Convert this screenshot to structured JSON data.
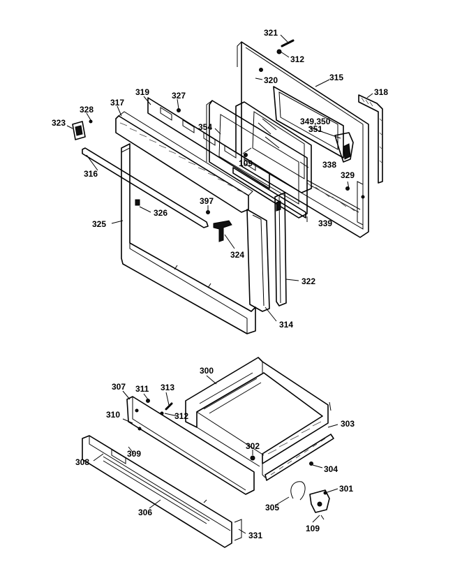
{
  "callouts": [
    {
      "id": "321",
      "label": "321"
    },
    {
      "id": "312",
      "label": "312"
    },
    {
      "id": "315",
      "label": "315"
    },
    {
      "id": "320",
      "label": "320"
    },
    {
      "id": "318",
      "label": "318"
    },
    {
      "id": "319",
      "label": "319"
    },
    {
      "id": "327",
      "label": "327"
    },
    {
      "id": "317",
      "label": "317"
    },
    {
      "id": "328",
      "label": "328"
    },
    {
      "id": "323",
      "label": "323"
    },
    {
      "id": "354",
      "label": "354"
    },
    {
      "id": "349-350",
      "label": "349,350"
    },
    {
      "id": "351",
      "label": "351"
    },
    {
      "id": "109",
      "label": "109"
    },
    {
      "id": "338",
      "label": "338"
    },
    {
      "id": "316",
      "label": "316"
    },
    {
      "id": "329",
      "label": "329"
    },
    {
      "id": "397",
      "label": "397"
    },
    {
      "id": "326",
      "label": "326"
    },
    {
      "id": "325",
      "label": "325"
    },
    {
      "id": "339",
      "label": "339"
    },
    {
      "id": "324",
      "label": "324"
    },
    {
      "id": "322",
      "label": "322"
    },
    {
      "id": "314",
      "label": "314"
    },
    {
      "id": "300",
      "label": "300"
    },
    {
      "id": "307",
      "label": "307"
    },
    {
      "id": "311",
      "label": "311"
    },
    {
      "id": "313",
      "label": "313"
    },
    {
      "id": "312-lower",
      "label": "312"
    },
    {
      "id": "310",
      "label": "310"
    },
    {
      "id": "303",
      "label": "303"
    },
    {
      "id": "302",
      "label": "302"
    },
    {
      "id": "308",
      "label": "308"
    },
    {
      "id": "309",
      "label": "309"
    },
    {
      "id": "304",
      "label": "304"
    },
    {
      "id": "301",
      "label": "301"
    },
    {
      "id": "305",
      "label": "305"
    },
    {
      "id": "306",
      "label": "306"
    },
    {
      "id": "109-lower",
      "label": "109"
    },
    {
      "id": "331",
      "label": "331"
    }
  ]
}
